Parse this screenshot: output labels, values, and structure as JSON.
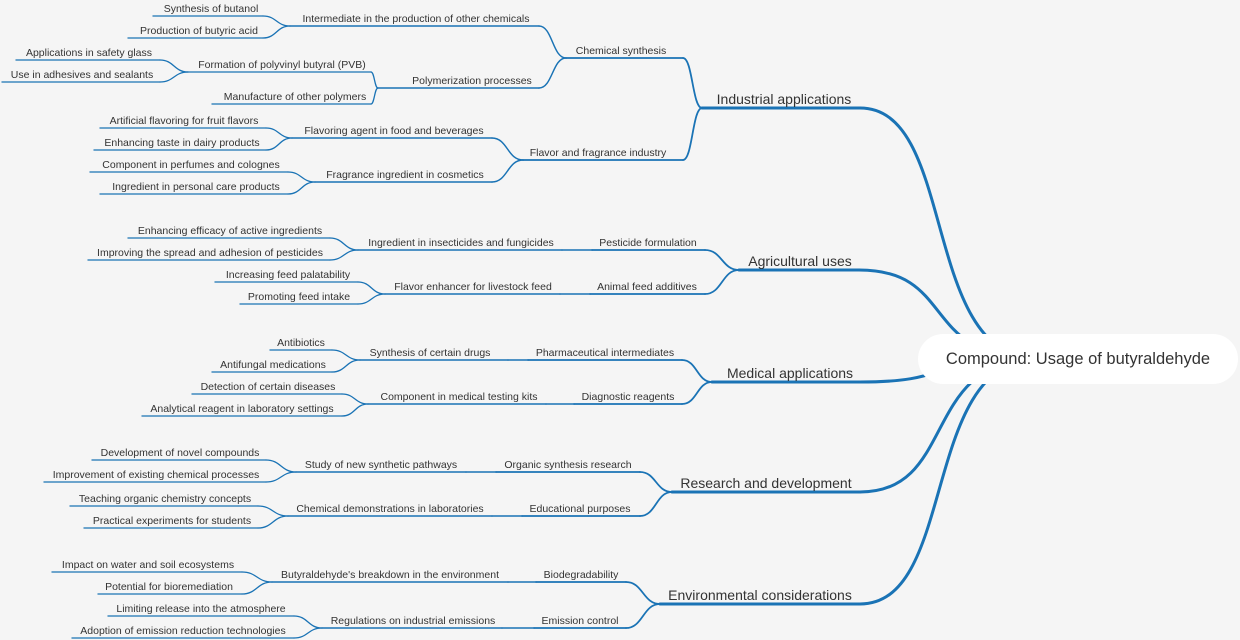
{
  "root": "Compound: Usage of butyraldehyde",
  "colors": {
    "line": "#1a73b5",
    "background": "#f5f5f5",
    "node": "#ffffff",
    "text": "#333333"
  },
  "branches": [
    {
      "label": "Industrial applications",
      "children": [
        {
          "label": "Chemical synthesis",
          "children": [
            {
              "label": "Intermediate in the production of other chemicals",
              "children": [
                {
                  "label": "Synthesis of butanol"
                },
                {
                  "label": "Production of butyric acid"
                }
              ]
            },
            {
              "label": "Polymerization processes",
              "children": [
                {
                  "label": "Formation of polyvinyl butyral (PVB)",
                  "children": [
                    {
                      "label": "Applications in safety glass"
                    },
                    {
                      "label": "Use in adhesives and sealants"
                    }
                  ]
                },
                {
                  "label": "Manufacture of other polymers"
                }
              ]
            }
          ]
        },
        {
          "label": "Flavor and fragrance industry",
          "children": [
            {
              "label": "Flavoring agent in food and beverages",
              "children": [
                {
                  "label": "Artificial flavoring for fruit flavors"
                },
                {
                  "label": "Enhancing taste in dairy products"
                }
              ]
            },
            {
              "label": "Fragrance ingredient in cosmetics",
              "children": [
                {
                  "label": "Component in perfumes and colognes"
                },
                {
                  "label": "Ingredient in personal care products"
                }
              ]
            }
          ]
        }
      ]
    },
    {
      "label": "Agricultural uses",
      "children": [
        {
          "label": "Pesticide formulation",
          "children": [
            {
              "label": "Ingredient in insecticides and fungicides",
              "children": [
                {
                  "label": "Enhancing efficacy of active ingredients"
                },
                {
                  "label": "Improving the spread and adhesion of pesticides"
                }
              ]
            }
          ]
        },
        {
          "label": "Animal feed additives",
          "children": [
            {
              "label": "Flavor enhancer for livestock feed",
              "children": [
                {
                  "label": "Increasing feed palatability"
                },
                {
                  "label": "Promoting feed intake"
                }
              ]
            }
          ]
        }
      ]
    },
    {
      "label": "Medical applications",
      "children": [
        {
          "label": "Pharmaceutical intermediates",
          "children": [
            {
              "label": "Synthesis of certain drugs",
              "children": [
                {
                  "label": "Antibiotics"
                },
                {
                  "label": "Antifungal medications"
                }
              ]
            }
          ]
        },
        {
          "label": "Diagnostic reagents",
          "children": [
            {
              "label": "Component in medical testing kits",
              "children": [
                {
                  "label": "Detection of certain diseases"
                },
                {
                  "label": "Analytical reagent in laboratory settings"
                }
              ]
            }
          ]
        }
      ]
    },
    {
      "label": "Research and development",
      "children": [
        {
          "label": "Organic synthesis research",
          "children": [
            {
              "label": "Study of new synthetic pathways",
              "children": [
                {
                  "label": "Development of novel compounds"
                },
                {
                  "label": "Improvement of existing chemical processes"
                }
              ]
            }
          ]
        },
        {
          "label": "Educational purposes",
          "children": [
            {
              "label": "Chemical demonstrations in laboratories",
              "children": [
                {
                  "label": "Teaching organic chemistry concepts"
                },
                {
                  "label": "Practical experiments for students"
                }
              ]
            }
          ]
        }
      ]
    },
    {
      "label": "Environmental considerations",
      "children": [
        {
          "label": "Biodegradability",
          "children": [
            {
              "label": "Butyraldehyde's breakdown in the environment",
              "children": [
                {
                  "label": "Impact on water and soil ecosystems"
                },
                {
                  "label": "Potential for bioremediation"
                }
              ]
            }
          ]
        },
        {
          "label": "Emission control",
          "children": [
            {
              "label": "Regulations on industrial emissions",
              "children": [
                {
                  "label": "Limiting release into the atmosphere"
                },
                {
                  "label": "Adoption of emission reduction technologies"
                }
              ]
            }
          ]
        }
      ]
    }
  ]
}
